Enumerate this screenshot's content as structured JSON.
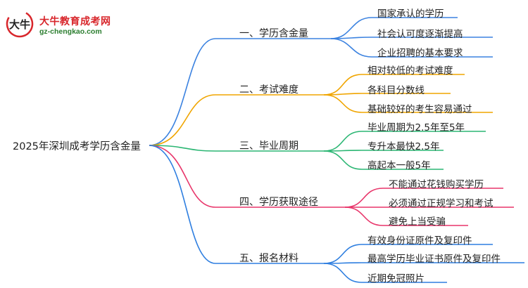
{
  "logo": {
    "name": "大牛教育成考网",
    "url": "gz-chengkao.com",
    "emblem_text": "大牛"
  },
  "root": {
    "label": "2025年深圳成考学历含金量"
  },
  "branches": [
    {
      "label": "一、学历含金量",
      "color": "#3b82e0",
      "leaves": [
        "国家承认的学历",
        "社会认可度逐渐提高",
        "企业招聘的基本要求"
      ]
    },
    {
      "label": "二、考试难度",
      "color": "#f0a500",
      "leaves": [
        "相对较低的考试难度",
        "各科目分数线",
        "基础较好的考生容易通过"
      ]
    },
    {
      "label": "三、毕业周期",
      "color": "#2bb673",
      "leaves": [
        "毕业周期为2.5年至5年",
        "专升本最快2.5年",
        "高起本一般5年"
      ]
    },
    {
      "label": "四、学历获取途径",
      "color": "#e8356a",
      "leaves": [
        "不能通过花钱购买学历",
        "必须通过正规学习和考试",
        "避免上当受骗"
      ]
    },
    {
      "label": "五、报名材料",
      "color": "#2f7fe0",
      "leaves": [
        "有效身份证原件及复印件",
        "最高学历毕业证书原件及复印件",
        "近期免冠照片"
      ]
    }
  ]
}
